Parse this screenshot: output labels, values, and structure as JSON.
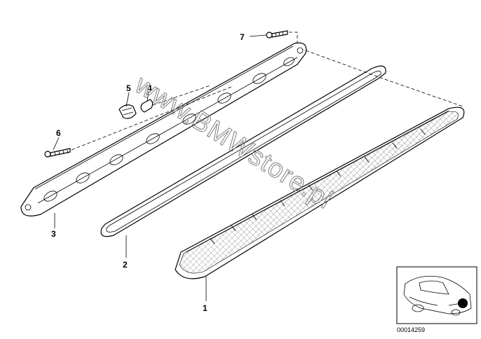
{
  "diagram": {
    "callouts": [
      {
        "label": "1"
      },
      {
        "label": "2"
      },
      {
        "label": "3"
      },
      {
        "label": "4"
      },
      {
        "label": "5"
      },
      {
        "label": "6"
      },
      {
        "label": "7"
      }
    ],
    "watermark": "www.BMWstore.pl",
    "inset_code": "00014259"
  }
}
